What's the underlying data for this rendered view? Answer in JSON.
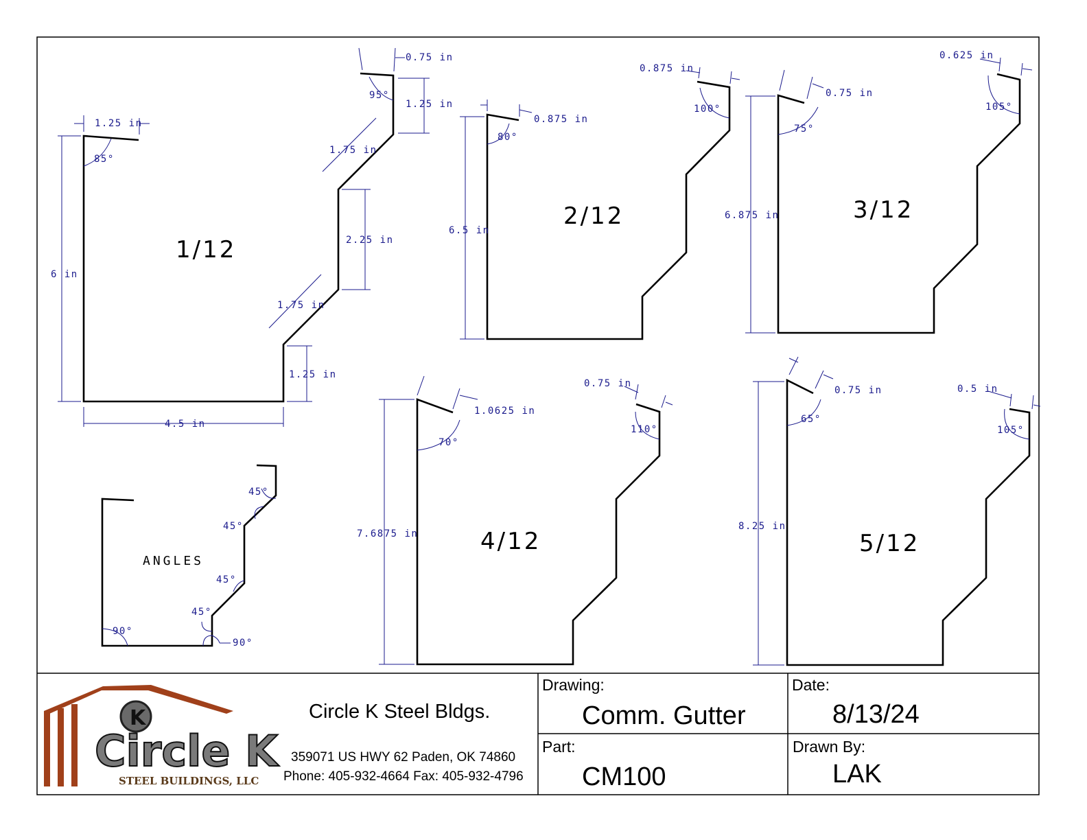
{
  "profiles": {
    "p1": {
      "label": "1/12"
    },
    "p2": {
      "label": "2/12"
    },
    "p3": {
      "label": "3/12"
    },
    "p4": {
      "label": "4/12"
    },
    "p5": {
      "label": "5/12"
    },
    "angles": {
      "label": "ANGLES"
    }
  },
  "dims": {
    "p1": {
      "lip": "1.25 in",
      "hem": "0.75 in",
      "back": "6 in",
      "angle_lip": "85°",
      "angle_hem": "95°",
      "top_riser": "1.25 in",
      "upper_slope": "1.75 in",
      "mid_riser": "2.25 in",
      "lower_slope": "1.75 in",
      "low_riser": "1.25 in",
      "bottom": "4.5 in"
    },
    "p2": {
      "hem": "0.875 in",
      "lip": "0.875 in",
      "angle_lip": "80°",
      "angle_hem": "100°",
      "back": "6.5 in"
    },
    "p3": {
      "hem": "0.625 in",
      "lip": "0.75 in",
      "angle_lip": "75°",
      "angle_hem": "105°",
      "back": "6.875 in"
    },
    "p4": {
      "hem": "0.75 in",
      "lip": "1.0625 in",
      "angle_lip": "70°",
      "angle_hem": "110°",
      "back": "7.6875 in"
    },
    "p5": {
      "hem": "0.5 in",
      "lip": "0.75 in",
      "angle_lip": "65°",
      "angle_hem": "105°",
      "back": "8.25 in"
    },
    "angles": {
      "a1": "45°",
      "a2": "45°",
      "a3": "45°",
      "a4": "45°",
      "a5": "90°",
      "a6": "90°"
    }
  },
  "company": {
    "name": "Circle K Steel Bldgs.",
    "address": "359071 US HWY 62 Paden, OK 74860",
    "phone_fax": "Phone: 405-932-4664 Fax: 405-932-4796",
    "logo_text": "Circle K",
    "logo_sub": "STEEL BUILDINGS, LLC",
    "logo_letter": "K"
  },
  "title_block": {
    "drawing_label": "Drawing:",
    "drawing_value": "Comm. Gutter",
    "date_label": "Date:",
    "date_value": "8/13/24",
    "part_label": "Part:",
    "part_value": "CM100",
    "drawn_label": "Drawn By:",
    "drawn_value": "LAK"
  },
  "colors": {
    "dimension": "#1a1a8c",
    "logo_roof": "#a0401a"
  }
}
